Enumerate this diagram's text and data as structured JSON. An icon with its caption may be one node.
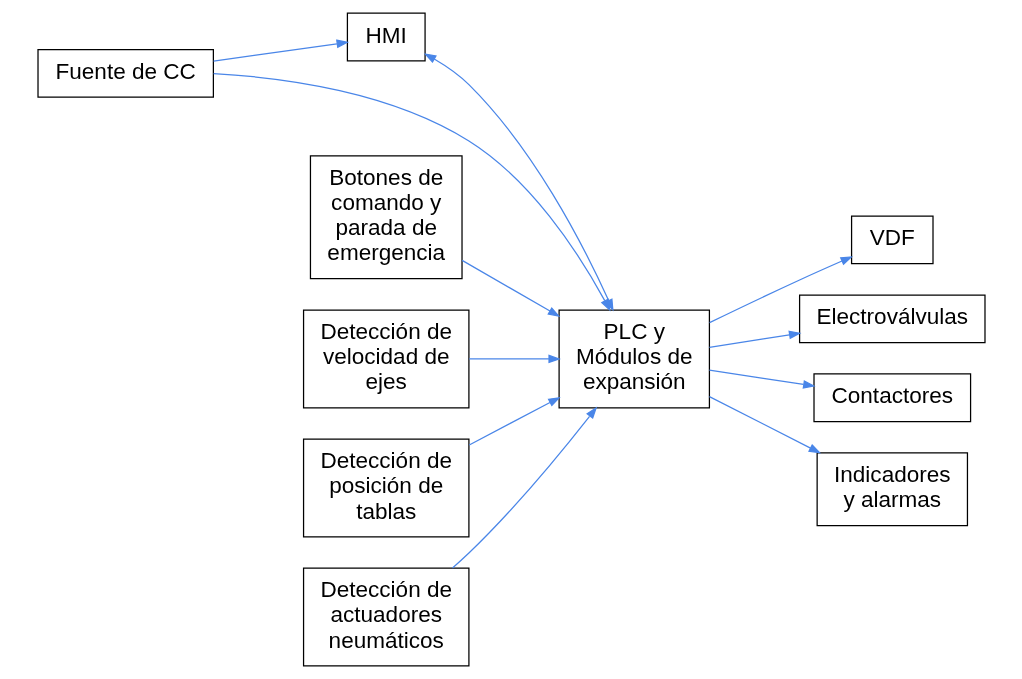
{
  "diagram": {
    "nodes": [
      {
        "text": [
          "Fuente de CC"
        ]
      },
      {
        "text": [
          "VDF"
        ]
      },
      {
        "text": [
          "HMI"
        ]
      },
      {
        "text": [
          "Electroválvulas"
        ]
      },
      {
        "text": [
          "Botones de comando y parada de emergencia"
        ]
      },
      {
        "text": [
          "PLC y Módulos de expansión"
        ]
      },
      {
        "text": [
          "Contactores"
        ]
      },
      {
        "text": [
          "Indicadores y alarmas"
        ]
      },
      {
        "text": [
          "Detección de velocidad de ejes"
        ]
      },
      {
        "text": [
          "Detección de posición de tablas"
        ]
      },
      {
        "text": [
          "Detección de actuadores neumáticos"
        ]
      }
    ],
    "edges": [
      {
        "from": 0,
        "to": 2,
        "arrow": "to"
      },
      {
        "from": 0,
        "to": 5,
        "arrow": "to"
      },
      {
        "from": 5,
        "to": 2,
        "arrow": "both"
      },
      {
        "from": 4,
        "to": 5,
        "arrow": "to"
      },
      {
        "from": 5,
        "to": 1,
        "arrow": "to"
      },
      {
        "from": 5,
        "to": 3,
        "arrow": "to"
      },
      {
        "from": 5,
        "to": 6,
        "arrow": "to"
      },
      {
        "from": 5,
        "to": 7,
        "arrow": "to"
      },
      {
        "from": 8,
        "to": 5,
        "arrow": "to"
      },
      {
        "from": 9,
        "to": 5,
        "arrow": "to"
      },
      {
        "from": 10,
        "to": 5,
        "arrow": "to"
      }
    ]
  }
}
